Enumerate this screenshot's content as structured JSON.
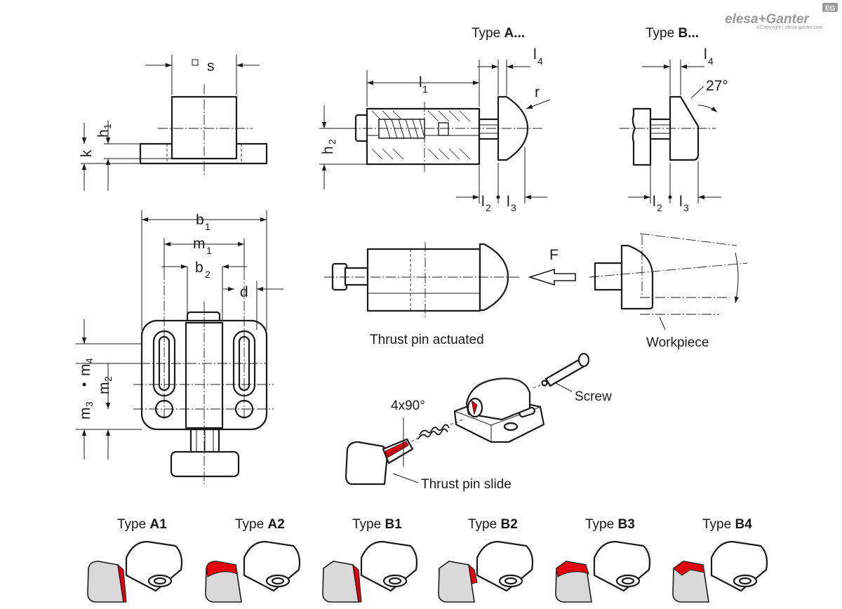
{
  "brand": {
    "logo": "elesa+Ganter",
    "copyright": "©Copyright | elesa-ganter.com",
    "badge": "EG"
  },
  "types_header": {
    "a": "A...",
    "b": "B...",
    "prefix": "Type "
  },
  "angle": "27°",
  "dimensions": {
    "s": "s",
    "h1": "h",
    "h1_sub": "1",
    "k": "k",
    "l1": "l",
    "l1_sub": "1",
    "l4": "l",
    "l4_sub": "4",
    "r": "r",
    "h2": "h",
    "h2_sub": "2",
    "l2": "l",
    "l2_sub": "2",
    "l3": "l",
    "l3_sub": "3",
    "b1": "b",
    "b1_sub": "1",
    "m1": "m",
    "m1_sub": "1",
    "b2": "b",
    "b2_sub": "2",
    "d": "d",
    "m4": "m",
    "m4_sub": "4",
    "m2": "m",
    "m2_sub": "2",
    "m3": "m",
    "m3_sub": "3",
    "F": "F"
  },
  "labels": {
    "thrust_pin_actuated": "Thrust pin actuated",
    "workpiece": "Workpiece",
    "screw": "Screw",
    "rotation": "4x90°",
    "thrust_pin_slide": "Thrust pin slide"
  },
  "variants": [
    {
      "prefix": "Type ",
      "code": "A1"
    },
    {
      "prefix": "Type ",
      "code": "A2"
    },
    {
      "prefix": "Type ",
      "code": "B1"
    },
    {
      "prefix": "Type ",
      "code": "B2"
    },
    {
      "prefix": "Type ",
      "code": "B3"
    },
    {
      "prefix": "Type ",
      "code": "B4"
    }
  ],
  "colors": {
    "accent_red": "#e3000f",
    "pin_gray": "#d9d9d9",
    "line": "#1a1a1a"
  }
}
